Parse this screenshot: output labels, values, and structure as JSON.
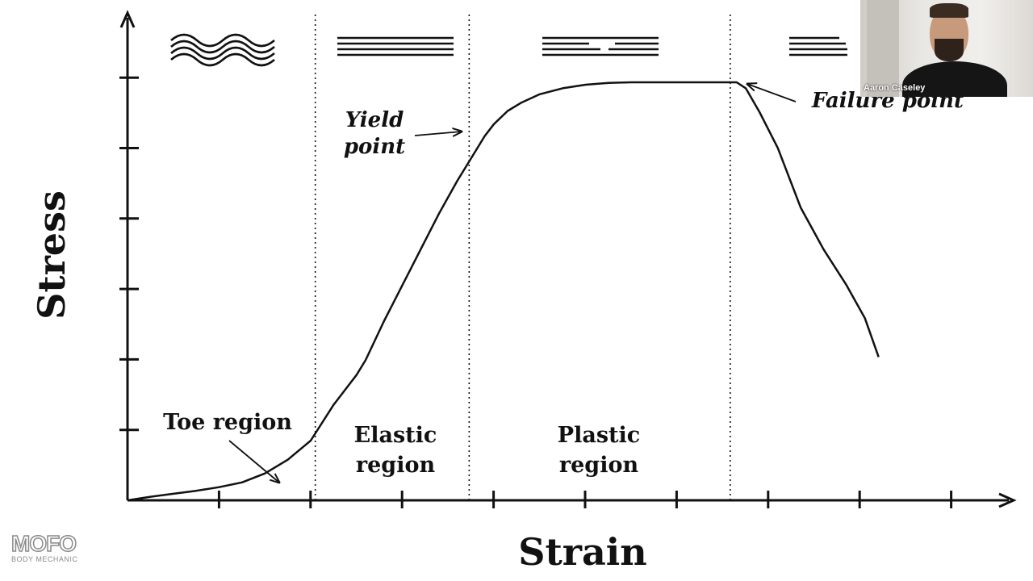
{
  "chart_data": {
    "type": "line",
    "xlabel": "Strain",
    "ylabel": "Stress",
    "x_ticks": 9,
    "y_ticks": 6,
    "regions": [
      {
        "label_lines": [
          "Toe region"
        ]
      },
      {
        "label_lines": [
          "Elastic",
          "region"
        ]
      },
      {
        "label_lines": [
          "Plastic",
          "region"
        ]
      },
      {
        "label_lines": []
      }
    ],
    "annotations": {
      "yield": [
        "Yield",
        "point"
      ],
      "failure": "Failure point"
    },
    "series": [
      {
        "x": [
          0.0,
          0.25,
          0.5,
          0.75,
          1.0,
          1.25,
          1.5,
          1.75,
          2.0,
          2.25,
          2.5,
          2.6,
          2.8,
          3.0,
          3.2,
          3.4,
          3.6,
          3.8,
          3.9,
          4.0,
          4.15,
          4.3,
          4.5,
          4.75,
          5.0,
          5.25,
          5.5,
          5.75,
          6.0,
          6.25,
          6.5,
          6.65,
          6.75,
          6.9,
          7.1,
          7.35,
          7.6,
          7.85,
          8.05,
          8.2
        ],
        "y": [
          0.0,
          0.06,
          0.11,
          0.16,
          0.22,
          0.3,
          0.45,
          0.68,
          1.0,
          1.6,
          2.1,
          2.35,
          3.0,
          3.6,
          4.2,
          4.8,
          5.35,
          5.85,
          6.1,
          6.3,
          6.52,
          6.66,
          6.8,
          6.9,
          6.96,
          6.99,
          7.0,
          7.0,
          7.0,
          7.0,
          7.0,
          7.0,
          6.9,
          6.5,
          5.9,
          4.9,
          4.2,
          3.6,
          3.05,
          2.4
        ]
      }
    ]
  },
  "webcam": {
    "name": "Aaron Caseley"
  },
  "logo": {
    "text": "MOFO",
    "sub": "BODY MECHANIC"
  }
}
